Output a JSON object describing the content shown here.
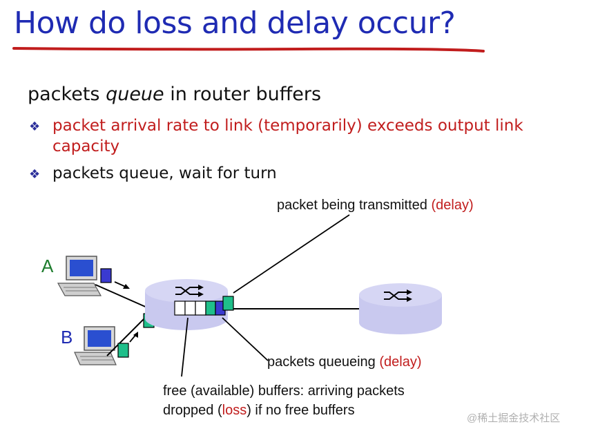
{
  "slide": {
    "title": "How do loss and delay occur?",
    "heading_before": "packets ",
    "heading_em": "queue",
    "heading_after": " in router buffers",
    "bullets": [
      "packet arrival rate to link (temporarily) exceeds output link capacity",
      "packets queue, wait for turn"
    ]
  },
  "diagram": {
    "host_a": "A",
    "host_b": "B",
    "transmitted_label": "packet being transmitted ",
    "transmitted_delay": "(delay)",
    "queueing_label": "packets queueing ",
    "queueing_delay": "(delay)",
    "free_line1": "free (available) buffers: arriving packets",
    "free_line2_before": "dropped (",
    "free_line2_loss": "loss",
    "free_line2_after": ") if no free buffers"
  },
  "watermark": "@稀土掘金技术社区",
  "colors": {
    "title": "#1f2bb3",
    "emphasis_red": "#c11d1d",
    "host_label_green": "#1e7d2e",
    "host_label_blue": "#1f2bb3",
    "router_fill": "#c9c9ef",
    "packet_blue": "#3a3ad0",
    "packet_green": "#1fbf8a"
  }
}
